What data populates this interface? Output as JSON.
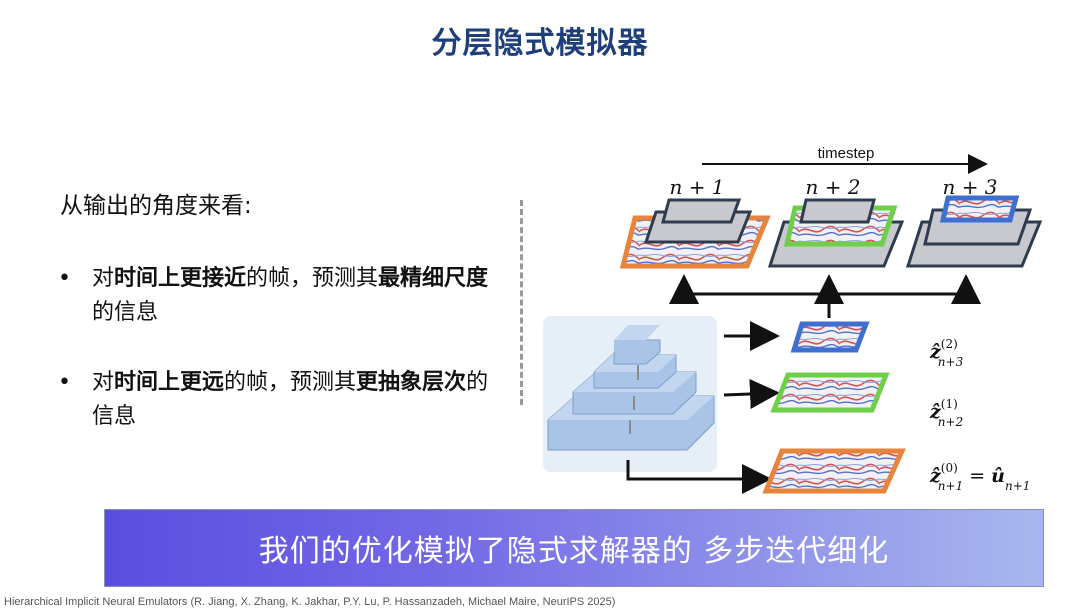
{
  "title": "分层隐式模拟器",
  "intro": "从输出的角度来看:",
  "bullets": [
    {
      "marker": "•",
      "p1": "对",
      "b1": "时间上更接近",
      "p2": "的帧，预测其",
      "b2": "最精细尺度",
      "p3": "的信息"
    },
    {
      "marker": "•",
      "p1": "对",
      "b1": "时间上更远",
      "p2": "的帧，预测其",
      "b2": "更抽象层次",
      "p3": "的信息"
    }
  ],
  "diagram": {
    "timestep_label": "timestep",
    "frame_labels": [
      "n + 1",
      "n + 2",
      "n + 3"
    ],
    "latent_labels": [
      {
        "var": "ẑ",
        "sup": "(2)",
        "sub": "n+3"
      },
      {
        "var": "ẑ",
        "sup": "(1)",
        "sub": "n+2"
      },
      {
        "var": "ẑ",
        "sup": "(0)",
        "sub": "n+1",
        "eq": "=",
        "rhs": "û",
        "rhs_sub": "n+1"
      }
    ],
    "colors": {
      "blue": "#3f6fd1",
      "green": "#6fcf4a",
      "orange": "#e8853d",
      "pyramid": "#a9c4e6"
    }
  },
  "banner": "我们的优化模拟了隐式求解器的 多步迭代细化",
  "footer": "Hierarchical Implicit Neural Emulators (R. Jiang, X. Zhang, K. Jakhar, P.Y. Lu, P. Hassanzadeh, Michael Maire, NeurIPS 2025)"
}
